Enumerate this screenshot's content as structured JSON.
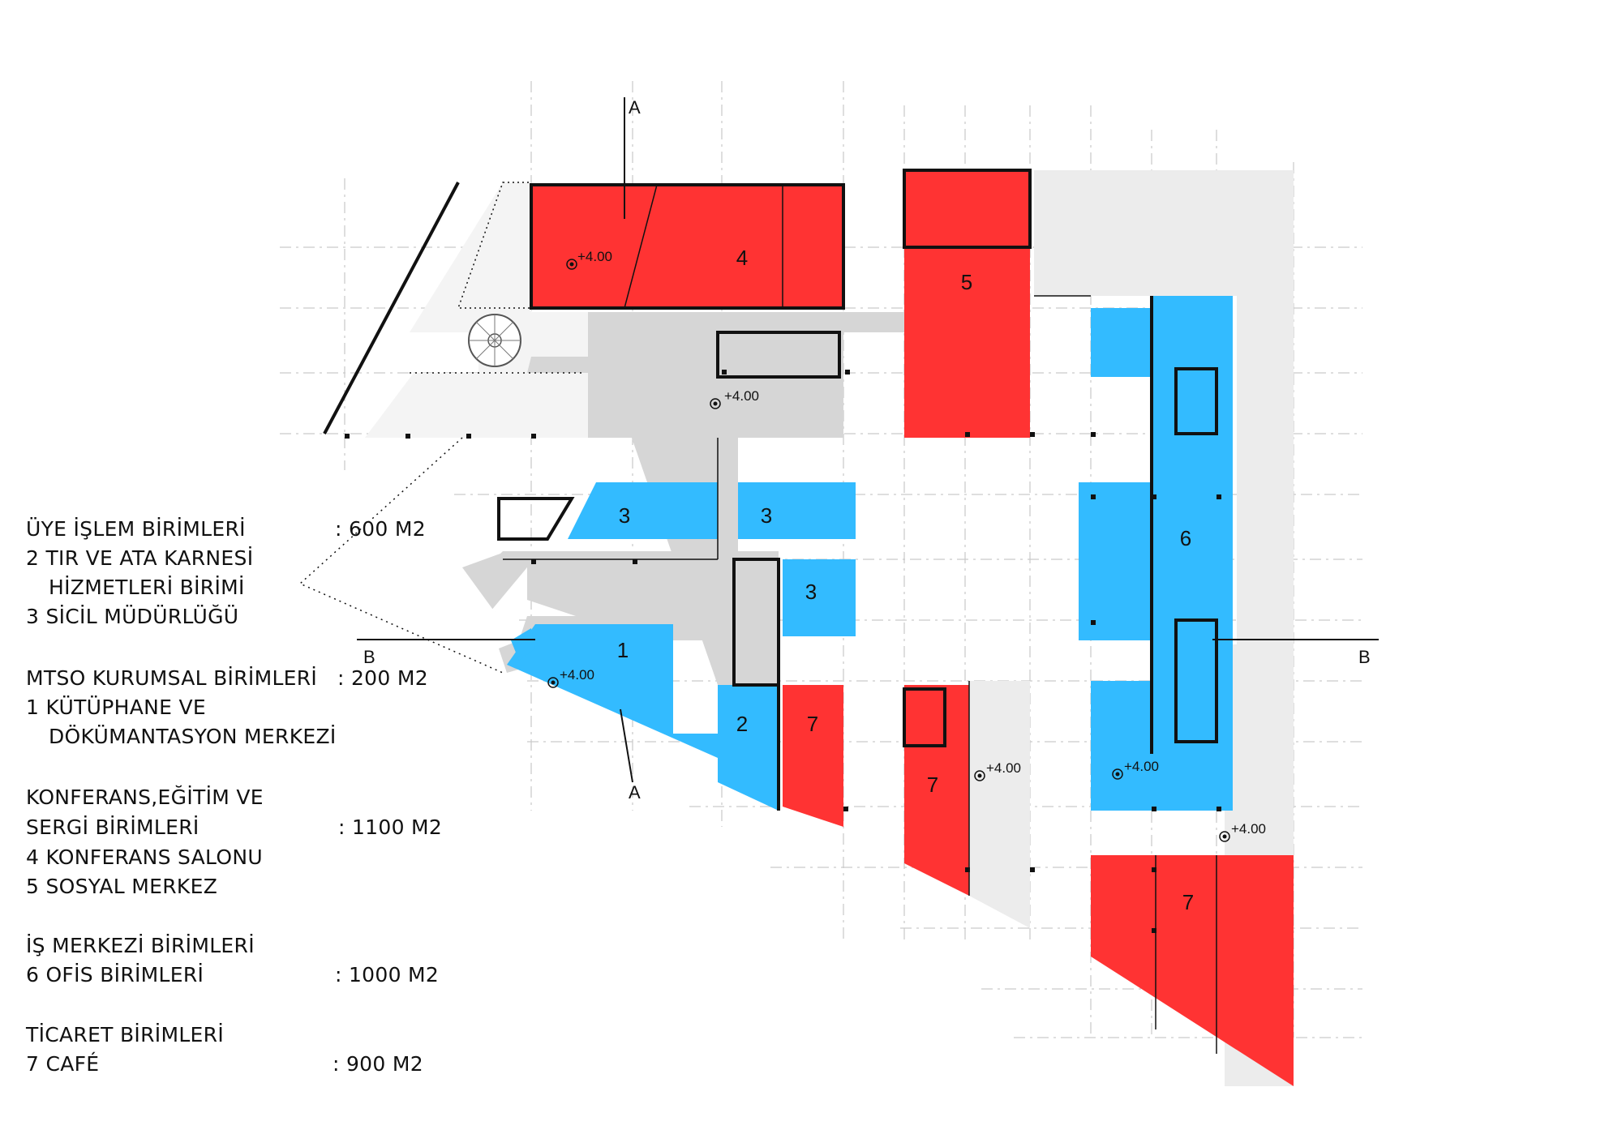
{
  "colors": {
    "red": "#ff3333",
    "blue": "#33bbff",
    "gray": "#d6d6d6",
    "lightgray": "#ececec"
  },
  "section_markers": {
    "a_top": "A",
    "a_bottom": "A",
    "b_left": "B",
    "b_right": "B"
  },
  "elevation": "+4.00",
  "rooms": {
    "r1": "1",
    "r2": "2",
    "r3a": "3",
    "r3b": "3",
    "r3c": "3",
    "r4": "4",
    "r5": "5",
    "r6": "6",
    "r7a": "7",
    "r7b": "7",
    "r7c": "7"
  },
  "legend": {
    "g1_title": "ÜYE İŞLEM BİRİMLERİ",
    "g1_area": ": 600 M2",
    "g1_item1_line1": "2  TIR VE ATA KARNESİ",
    "g1_item1_line2": "HİZMETLERİ BİRİMİ",
    "g1_item2": "3  SİCİL MÜDÜRLÜĞÜ",
    "g2_title": "MTSO KURUMSAL BİRİMLERİ",
    "g2_area": ": 200 M2",
    "g2_item1_line1": "1  KÜTÜPHANE VE",
    "g2_item1_line2": "DÖKÜMANTASYON MERKEZİ",
    "g3_title_line1": "KONFERANS,EĞİTİM VE",
    "g3_title_line2": "SERGİ BİRİMLERİ",
    "g3_area": ": 1100 M2",
    "g3_item1": "4  KONFERANS SALONU",
    "g3_item2": "5  SOSYAL MERKEZ",
    "g4_title": "İŞ MERKEZİ BİRİMLERİ",
    "g4_item1": "6  OFİS BİRİMLERİ",
    "g4_area": ": 1000 M2",
    "g5_title": "TİCARET BİRİMLERİ",
    "g5_item1": "7 CAFÉ",
    "g5_area": ": 900 M2"
  }
}
